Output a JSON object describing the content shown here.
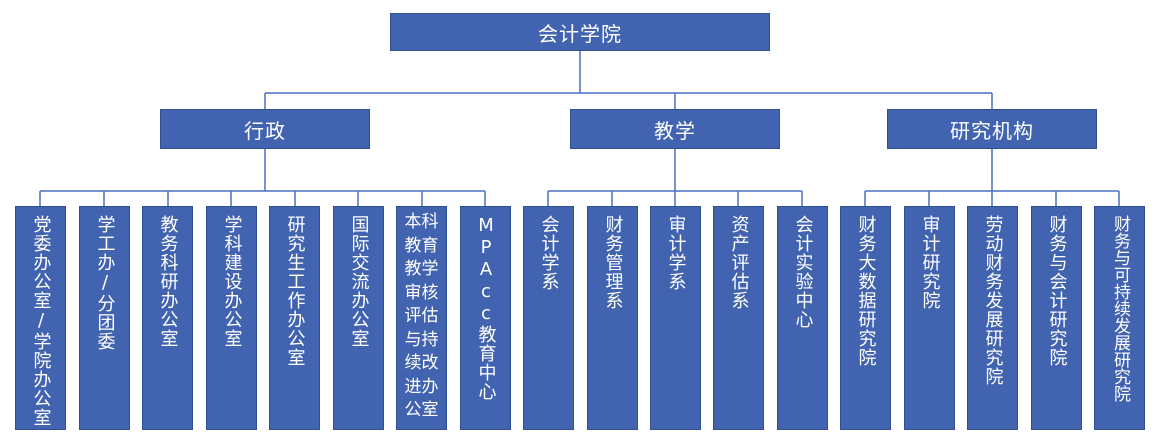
{
  "root": {
    "label": "会计学院"
  },
  "branches": [
    {
      "label": "行政"
    },
    {
      "label": "教学"
    },
    {
      "label": "研究机构"
    }
  ],
  "units": [
    {
      "label": "党委办公室/学院办公室"
    },
    {
      "label": "学工办/分团委"
    },
    {
      "label": "教务科研办公室"
    },
    {
      "label": "学科建设办公室"
    },
    {
      "label": "研究生工作办公室"
    },
    {
      "label": "国际交流办公室"
    },
    {
      "label": "本科\n教育\n教学\n审核\n评估\n与持\n续改\n进办\n公室"
    },
    {
      "label": "MPAcc教育中心"
    },
    {
      "label": "会计学系"
    },
    {
      "label": "财务管理系"
    },
    {
      "label": "审计学系"
    },
    {
      "label": "资产评估系"
    },
    {
      "label": "会计实验中心"
    },
    {
      "label": "财务大数据研究院"
    },
    {
      "label": "审计研究院"
    },
    {
      "label": "劳动财务发展研究院"
    },
    {
      "label": "财务与会计研究院"
    },
    {
      "label": "财务与可持续发展研究院"
    }
  ]
}
